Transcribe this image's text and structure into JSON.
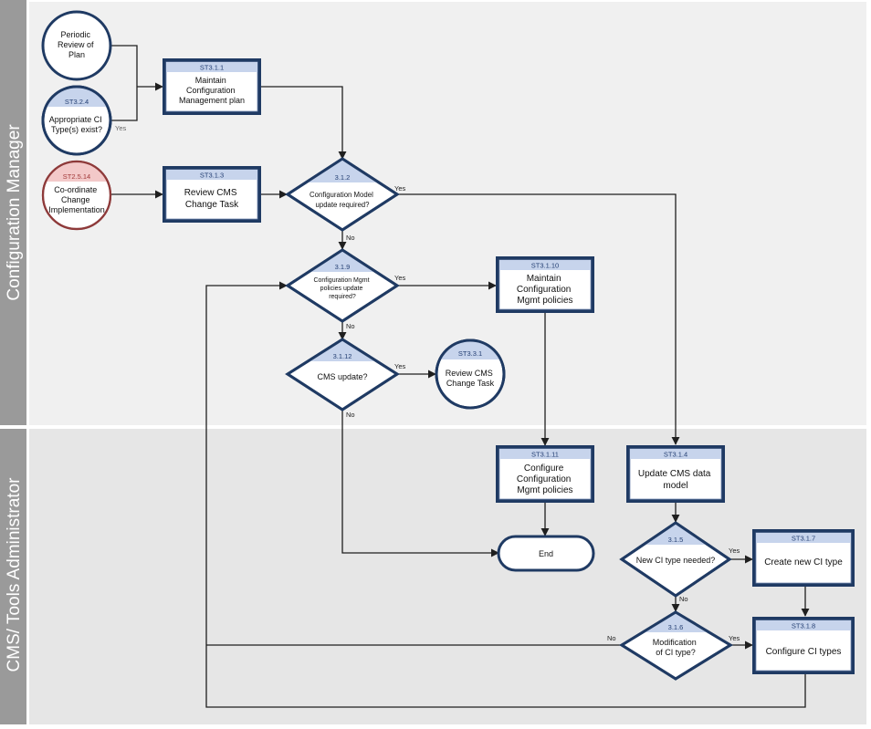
{
  "lanes": {
    "manager": "Configuration Manager",
    "admin": "CMS/ Tools Administrator"
  },
  "inputs": {
    "periodic": {
      "title": "Periodic Review of Plan"
    },
    "st324": {
      "code": "ST3.2.4",
      "title": "Appropriate CI Type(s) exist?"
    },
    "st2514": {
      "code": "ST2.5.14",
      "title": "Co-ordinate Change Implementation"
    }
  },
  "tasks": {
    "st311": {
      "code": "ST3.1.1",
      "title": "Maintain Configuration Management plan"
    },
    "st313": {
      "code": "ST3.1.3",
      "title": "Review CMS Change Task"
    },
    "st3110": {
      "code": "ST3.1.10",
      "title": "Maintain Configuration Mgmt policies"
    },
    "st3111": {
      "code": "ST3.1.11",
      "title": "Configure Configuration Mgmt policies"
    },
    "st314": {
      "code": "ST3.1.4",
      "title": "Update CMS data model"
    },
    "st317": {
      "code": "ST3.1.7",
      "title": "Create new CI type"
    },
    "st318": {
      "code": "ST3.1.8",
      "title": "Configure CI types"
    }
  },
  "decisions": {
    "d312": {
      "code": "3.1.2",
      "title": "Configuration Model update required?"
    },
    "d319": {
      "code": "3.1.9",
      "title": "Configuration Mgmt policies update required?"
    },
    "d3112": {
      "code": "3.1.12",
      "title": "CMS update?"
    },
    "d315": {
      "code": "3.1.5",
      "title": "New CI type needed?"
    },
    "d316": {
      "code": "3.1.6",
      "title": "Modification of CI type?"
    }
  },
  "subprocess": {
    "st331": {
      "code": "ST3.3.1",
      "title": "Review CMS Change Task"
    }
  },
  "terminal": {
    "end": "End"
  },
  "edge_labels": {
    "yes": "Yes",
    "no": "No"
  },
  "colors": {
    "lane_header": "#9a9a9a",
    "lane_bg_top": "#f0f0f0",
    "lane_bg_bottom": "#e6e6e6",
    "shape_border": "#1f3a63",
    "header_band": "#c7d4ec",
    "external_border": "#8e3a3a"
  }
}
